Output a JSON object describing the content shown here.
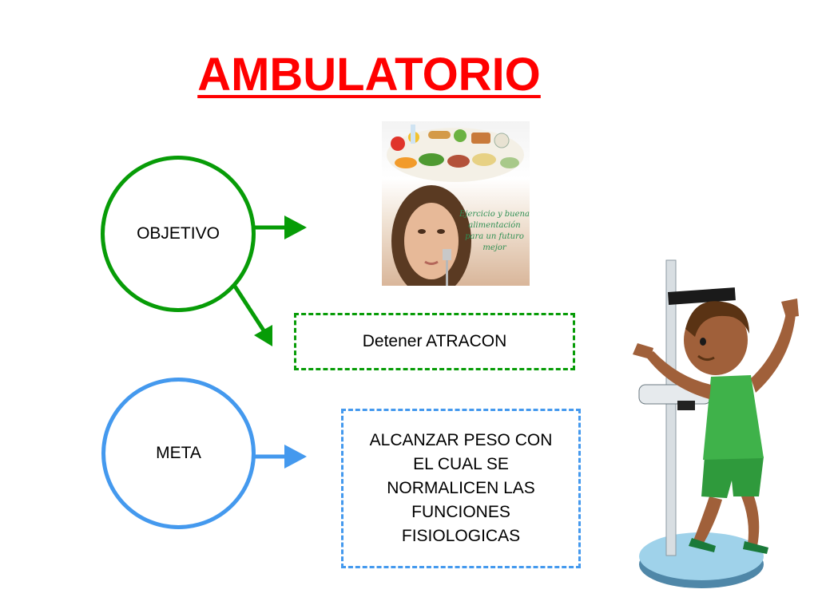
{
  "slide": {
    "title": "AMBULATORIO"
  },
  "nodes": {
    "objetivo": "OBJETIVO",
    "meta": "META",
    "detener": "Detener ATRACON",
    "alcanzar_lines": [
      "ALCANZAR PESO CON",
      "EL CUAL SE",
      "NORMALICEN LAS",
      "FUNCIONES",
      "FISIOLOGICAS"
    ]
  },
  "images": {
    "food_caption_lines": [
      "Ejercicio y buena",
      "alimentación",
      "para un futuro",
      "mejor"
    ]
  },
  "colors": {
    "title": "#ff0000",
    "green": "#079c07",
    "blue": "#4499ee"
  }
}
